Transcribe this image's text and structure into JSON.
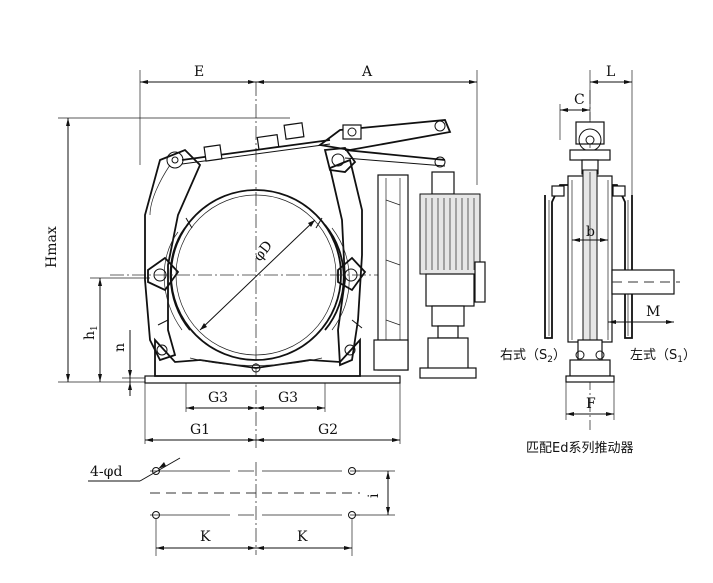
{
  "labels": {
    "E": "E",
    "A": "A",
    "L": "L",
    "C": "C",
    "Hmax": "Hmax",
    "h1": "h",
    "h1_sub": "1",
    "n": "n",
    "phiD": "φD",
    "G3_left": "G3",
    "G3_right": "G3",
    "G1": "G1",
    "G2": "G2",
    "b": "b",
    "M": "M",
    "F": "F",
    "right_type": "右式（S",
    "right_type_sub": "2",
    "left_type": "左式（S",
    "left_type_sub": "1",
    "type_close": "）",
    "actuator_note": "匹配Ed系列推动器",
    "holes": "4-φd",
    "i": "i",
    "K_left": "K",
    "K_right": "K"
  }
}
